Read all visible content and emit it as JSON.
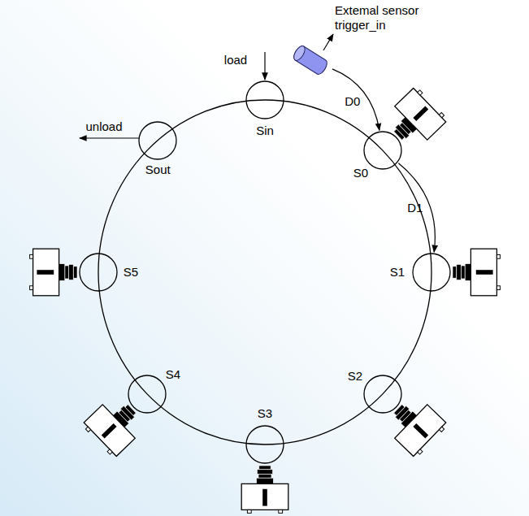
{
  "diagram": {
    "nodes": [
      {
        "text": [
          "Sin"
        ]
      },
      {
        "text": [
          "Extemal sensor trigger_in"
        ]
      },
      {
        "text": [
          "S0"
        ]
      },
      {
        "text": [
          "S1"
        ]
      },
      {
        "text": [
          "S2"
        ]
      },
      {
        "text": [
          "S3"
        ]
      },
      {
        "text": [
          "S4"
        ]
      },
      {
        "text": [
          "S5"
        ]
      },
      {
        "text": [
          "Sout"
        ]
      }
    ],
    "edges": [
      {
        "from": 1,
        "to": 2,
        "label": "D0",
        "arrow": "to"
      },
      {
        "from": 2,
        "to": 3,
        "label": "D1",
        "arrow": "to"
      }
    ],
    "labels": [
      "load",
      "unload"
    ]
  }
}
